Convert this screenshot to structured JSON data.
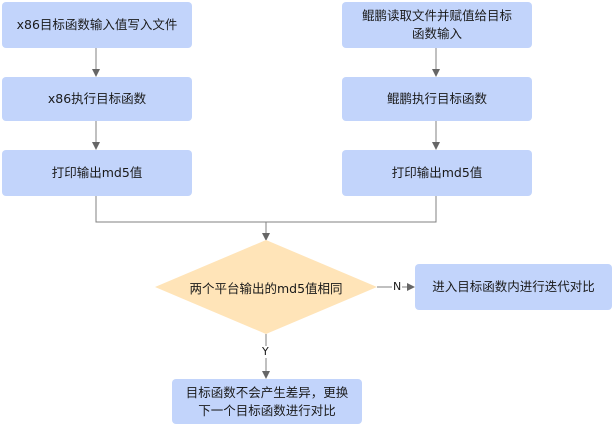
{
  "left_column": {
    "step1": "x86目标函数输入值写入文件",
    "step2": "x86执行目标函数",
    "step3": "打印输出md5值"
  },
  "right_column": {
    "step1": "鲲鹏读取文件并赋值给目标函数输入",
    "step2": "鲲鹏执行目标函数",
    "step3": "打印输出md5值"
  },
  "decision": {
    "question": "两个平台输出的md5值相同",
    "no_label": "N",
    "yes_label": "Y"
  },
  "no_result": "进入目标函数内进行迭代对比",
  "yes_result": "目标函数不会产生差异，更换下一个目标函数进行对比",
  "colors": {
    "box_fill": "#c2d4fb",
    "diamond_fill": "#ffe4b8",
    "line": "#808080"
  }
}
